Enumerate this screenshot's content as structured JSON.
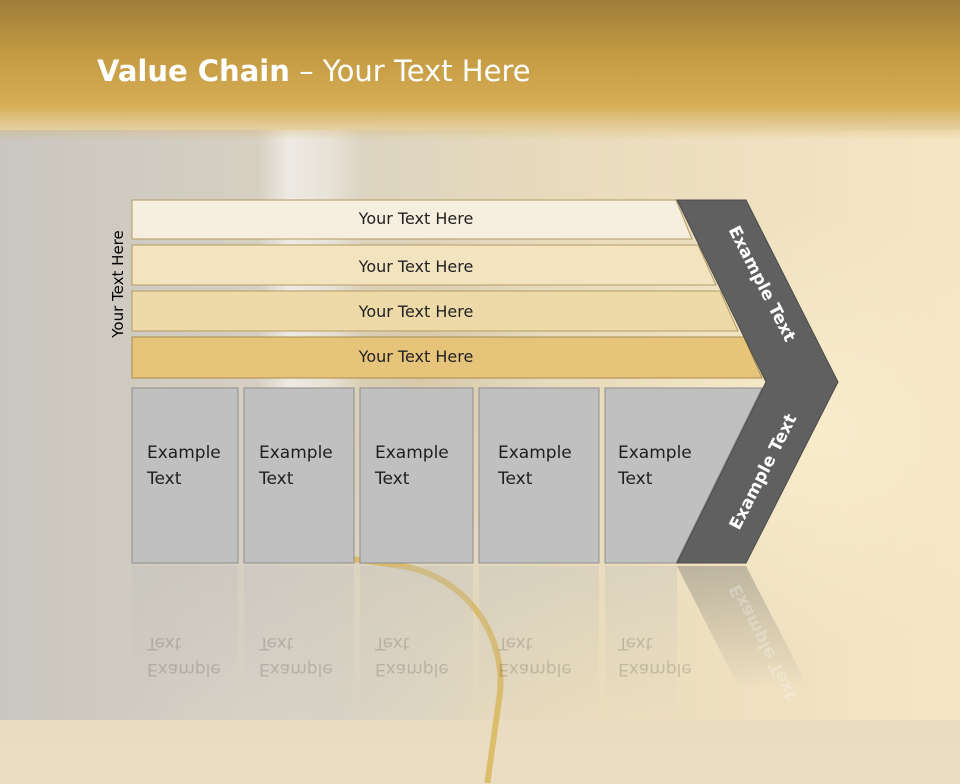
{
  "title": {
    "bold": "Value Chain",
    "rest": " – Your Text Here"
  },
  "vertical_label": "Your Text Here",
  "bars": [
    "Your Text Here",
    "Your Text Here",
    "Your Text Here",
    "Your Text Here"
  ],
  "boxes": [
    {
      "line1": "Example",
      "line2": "Text"
    },
    {
      "line1": "Example",
      "line2": "Text"
    },
    {
      "line1": "Example",
      "line2": "Text"
    },
    {
      "line1": "Example",
      "line2": "Text"
    },
    {
      "line1": "Example",
      "line2": "Text"
    }
  ],
  "chevron": {
    "upper": "Example Text",
    "lower": "Example Text"
  },
  "colors": {
    "header": "#c49b43",
    "bar1": "#f6efe0",
    "bar2": "#f3e4c0",
    "bar3": "#eed9a8",
    "bar4": "#e6c47a",
    "box": "#c0c0c0",
    "chevron": "#606060"
  }
}
